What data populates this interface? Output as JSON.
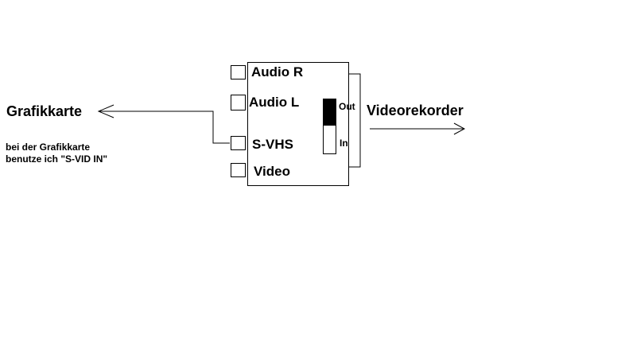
{
  "left_target": {
    "title": "Grafikkarte",
    "note_line1": "bei der Grafikkarte",
    "note_line2": "benutze ich \"S-VID IN\""
  },
  "device": {
    "ports": [
      {
        "label": "Audio R"
      },
      {
        "label": "Audio L"
      },
      {
        "label": "S-VHS"
      },
      {
        "label": "Video"
      }
    ],
    "switch": {
      "position": "Out",
      "label_top": "Out",
      "label_bottom": "In"
    }
  },
  "right_target": {
    "title": "Videorekorder"
  },
  "colors": {
    "line": "#000000",
    "background": "#ffffff"
  }
}
